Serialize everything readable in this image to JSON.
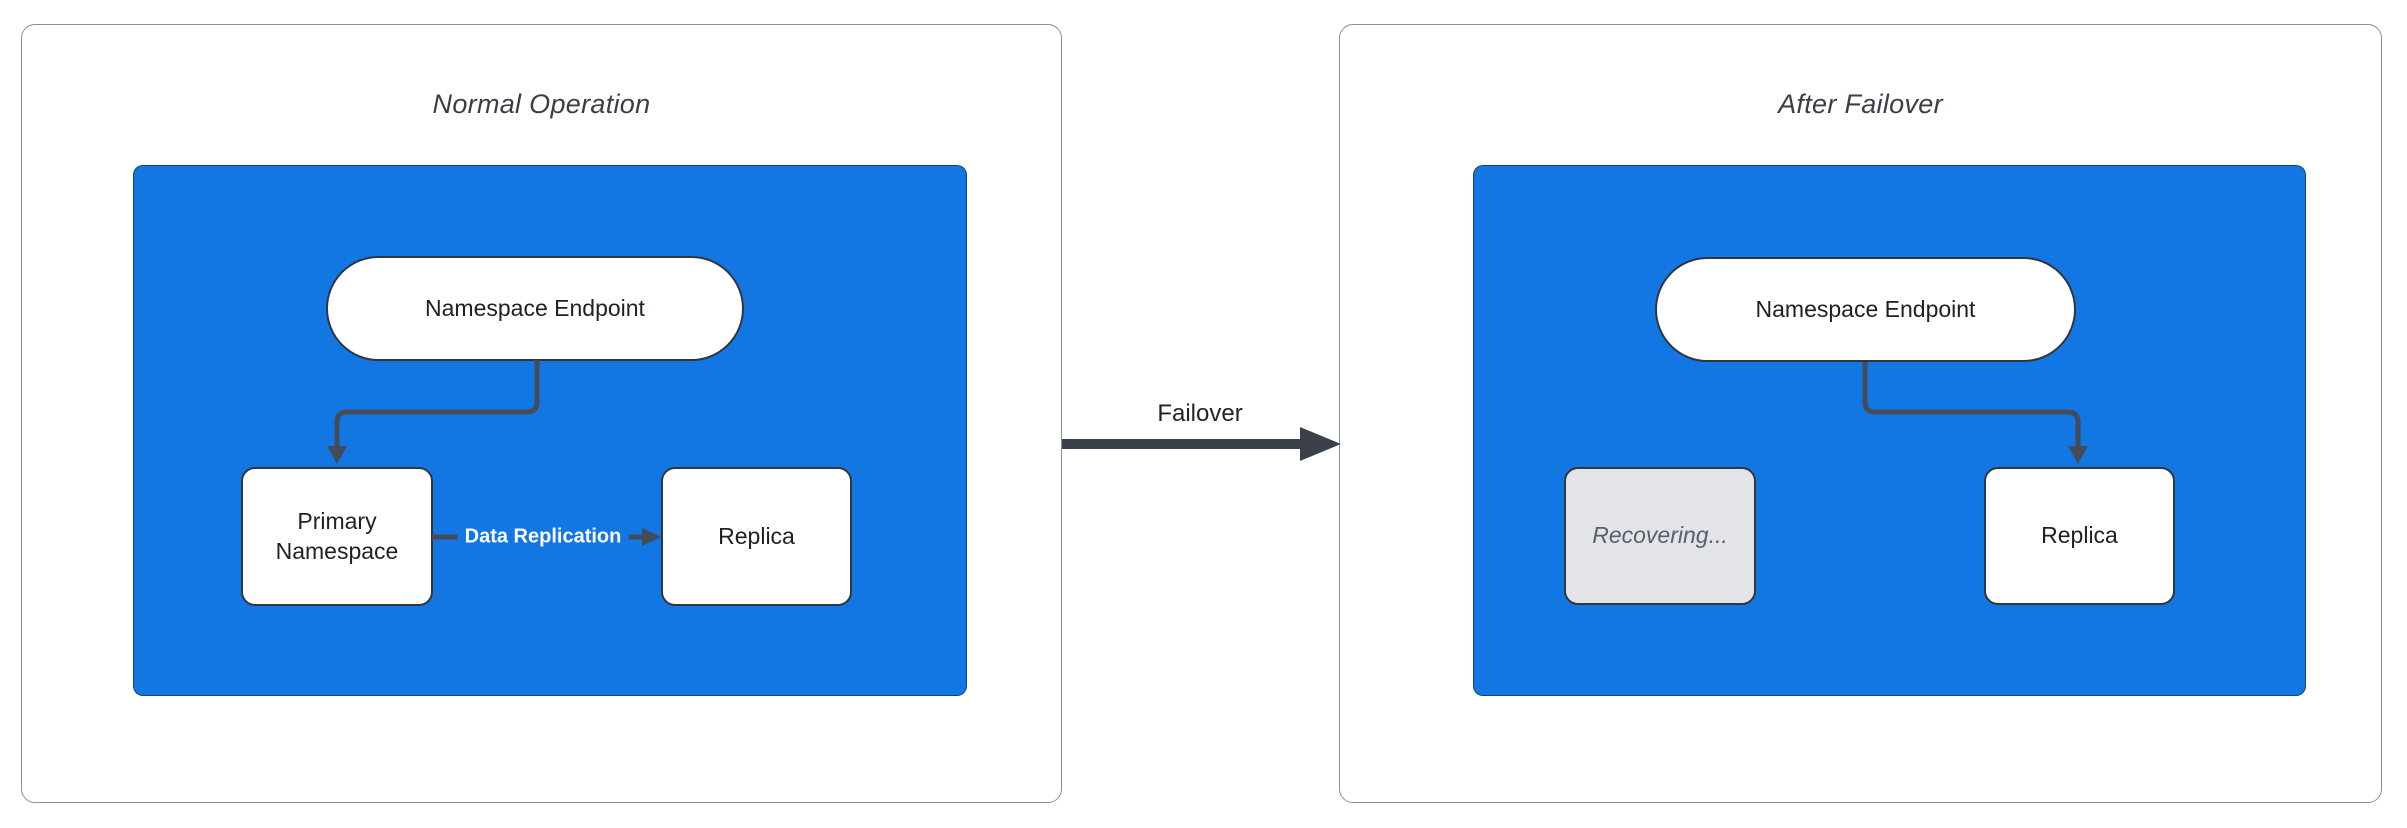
{
  "diagram": {
    "type": "failover-architecture",
    "panels": [
      {
        "title": "Normal Operation",
        "nodes": [
          {
            "id": "endpoint",
            "label": "Namespace Endpoint",
            "shape": "pill",
            "state": "active"
          },
          {
            "id": "primary",
            "label": "Primary Namespace",
            "shape": "box",
            "state": "active"
          },
          {
            "id": "replica",
            "label": "Replica",
            "shape": "box",
            "state": "active"
          }
        ],
        "edges": [
          {
            "from": "endpoint",
            "to": "primary",
            "label": ""
          },
          {
            "from": "primary",
            "to": "replica",
            "label": "Data Replication"
          }
        ]
      },
      {
        "title": "After Failover",
        "nodes": [
          {
            "id": "endpoint",
            "label": "Namespace Endpoint",
            "shape": "pill",
            "state": "active"
          },
          {
            "id": "recovering",
            "label": "Recovering...",
            "shape": "box",
            "state": "disabled"
          },
          {
            "id": "replica",
            "label": "Replica",
            "shape": "box",
            "state": "active"
          }
        ],
        "edges": [
          {
            "from": "endpoint",
            "to": "replica",
            "label": ""
          }
        ]
      }
    ],
    "transition": {
      "label": "Failover"
    }
  },
  "colors": {
    "cluster_blue": "#1276e3",
    "node_fill": "#ffffff",
    "node_border": "#30363d",
    "node_text": "#1d2025",
    "disabled_fill": "#e3e4e7",
    "disabled_text": "#565f6b",
    "connector": "#454c57",
    "failover_arrow": "#3a414b",
    "panel_border": "#8b8f94",
    "title_text": "#3a3f45",
    "edge_label_text": "#ffffff"
  }
}
